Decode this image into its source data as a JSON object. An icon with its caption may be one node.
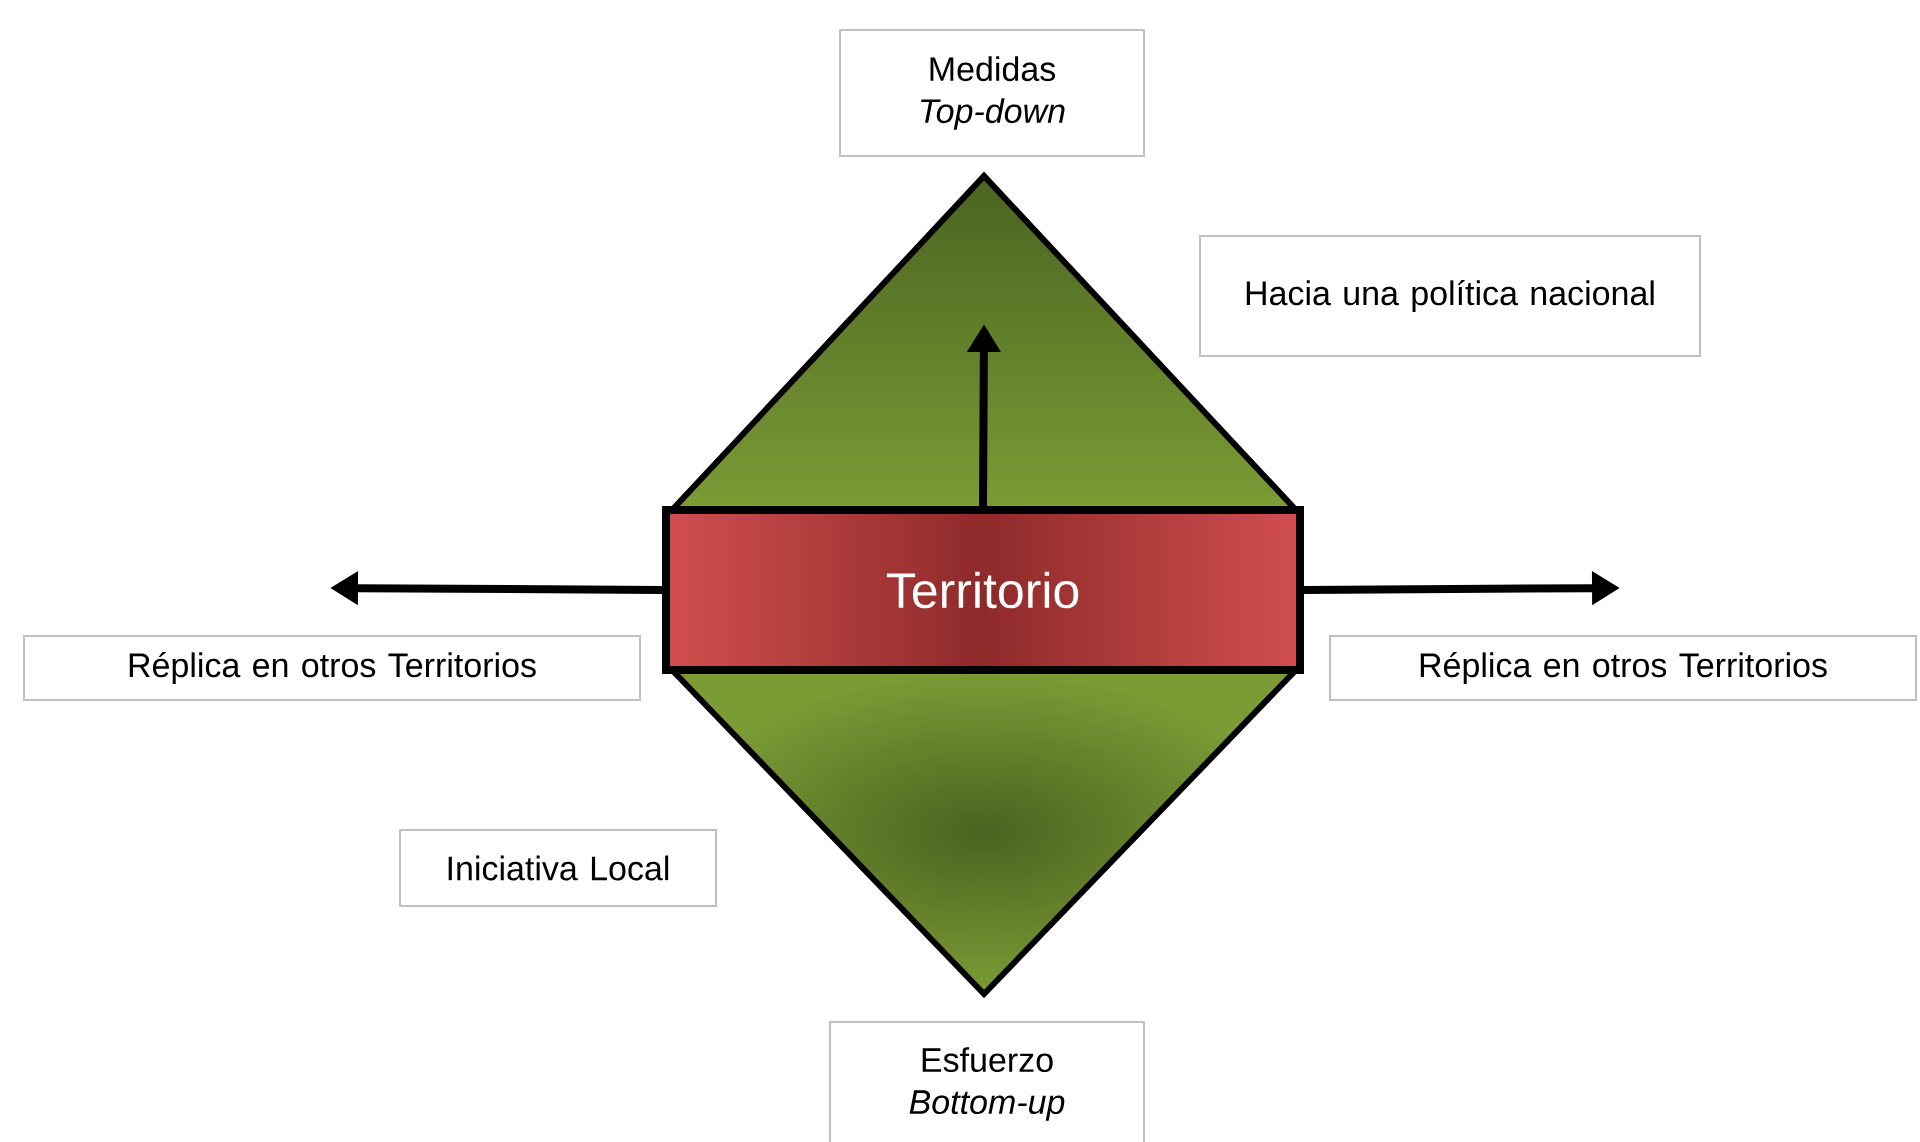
{
  "diagram": {
    "nodes": [
      {
        "text": [
          "Medidas",
          "Top-down"
        ]
      },
      {
        "text": [
          "Hacia una política nacional"
        ]
      },
      {
        "text": [
          "Territorio"
        ]
      },
      {
        "text": [
          "Réplica en otros Territorios"
        ]
      },
      {
        "text": [
          "Réplica en otros Territorios"
        ]
      },
      {
        "text": [
          "Iniciativa Local"
        ]
      },
      {
        "text": [
          "Esfuerzo",
          "Bottom-up"
        ]
      }
    ],
    "edges": [
      {
        "from": 2,
        "to": null,
        "arrow": "to"
      },
      {
        "from": 2,
        "to": null,
        "arrow": "to"
      },
      {
        "from": 2,
        "to": null,
        "arrow": "to"
      }
    ]
  }
}
